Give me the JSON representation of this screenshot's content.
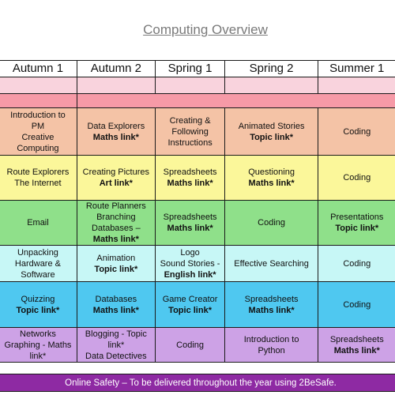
{
  "title": "Computing Overview",
  "columns": [
    "Autumn 1",
    "Autumn 2",
    "Spring 1",
    "Spring 2",
    "Summer 1"
  ],
  "colors": {
    "strip1": "#f9d3dd",
    "strip2": "#f69aa7",
    "peach": "#f4c3a6",
    "yellow": "#fbf79a",
    "green": "#8fe08a",
    "cyan": "#c7f7f6",
    "blue": "#4fc8f0",
    "purple": "#cda2e6",
    "footer": "#8e2aa3"
  },
  "rows": [
    {
      "cells": [
        {
          "lines": [
            {
              "t": "Introduction to"
            },
            {
              "t": "PM"
            },
            {
              "t": "Creative"
            },
            {
              "t": "Computing"
            }
          ]
        },
        {
          "lines": [
            {
              "t": "Data Explorers"
            },
            {
              "t": "Maths link*",
              "bold": true
            }
          ]
        },
        {
          "lines": [
            {
              "t": "Creating &"
            },
            {
              "t": "Following"
            },
            {
              "t": "Instructions"
            }
          ]
        },
        {
          "lines": [
            {
              "t": "Animated Stories"
            },
            {
              "t": "Topic link*",
              "bold": true
            }
          ]
        },
        {
          "lines": [
            {
              "t": "Coding"
            }
          ]
        }
      ]
    },
    {
      "cells": [
        {
          "lines": [
            {
              "t": "Route Explorers"
            },
            {
              "t": "The Internet"
            }
          ]
        },
        {
          "lines": [
            {
              "t": "Creating Pictures"
            },
            {
              "t": "Art link*",
              "bold": true
            }
          ]
        },
        {
          "lines": [
            {
              "t": "Spreadsheets"
            },
            {
              "t": "Maths link*",
              "bold": true
            }
          ]
        },
        {
          "lines": [
            {
              "t": "Questioning"
            },
            {
              "t": "Maths link*",
              "bold": true
            }
          ]
        },
        {
          "lines": [
            {
              "t": "Coding"
            }
          ]
        }
      ]
    },
    {
      "cells": [
        {
          "lines": [
            {
              "t": "Email"
            }
          ]
        },
        {
          "lines": [
            {
              "t": "Route Planners"
            },
            {
              "t": "Branching"
            },
            {
              "t": "Databases –"
            },
            {
              "t": "Maths link*",
              "bold": true
            }
          ]
        },
        {
          "lines": [
            {
              "t": "Spreadsheets"
            },
            {
              "t": "Maths link*",
              "bold": true
            }
          ]
        },
        {
          "lines": [
            {
              "t": "Coding"
            }
          ]
        },
        {
          "lines": [
            {
              "t": "Presentations"
            },
            {
              "t": "Topic link*",
              "bold": true
            }
          ]
        }
      ]
    },
    {
      "cells": [
        {
          "lines": [
            {
              "t": "Unpacking"
            },
            {
              "t": "Hardware &"
            },
            {
              "t": "Software"
            }
          ]
        },
        {
          "lines": [
            {
              "t": "Animation"
            },
            {
              "t": "Topic link*",
              "bold": true
            }
          ]
        },
        {
          "lines": [
            {
              "t": "Logo"
            },
            {
              "t": "Sound Stories -"
            },
            {
              "t": "English link*",
              "bold": true
            }
          ]
        },
        {
          "lines": [
            {
              "t": "Effective Searching"
            }
          ]
        },
        {
          "lines": [
            {
              "t": "Coding"
            }
          ]
        }
      ]
    },
    {
      "cells": [
        {
          "lines": [
            {
              "t": "Quizzing"
            },
            {
              "t": "Topic link*",
              "bold": true
            }
          ]
        },
        {
          "lines": [
            {
              "t": "Databases"
            },
            {
              "t": "Maths link*",
              "bold": true
            }
          ]
        },
        {
          "lines": [
            {
              "t": "Game Creator"
            },
            {
              "t": "Topic link*",
              "bold": true
            }
          ]
        },
        {
          "lines": [
            {
              "t": "Spreadsheets"
            },
            {
              "t": "Maths link*",
              "bold": true
            }
          ]
        },
        {
          "lines": [
            {
              "t": "Coding"
            }
          ]
        }
      ]
    },
    {
      "cells": [
        {
          "lines": [
            {
              "t": "Networks"
            },
            {
              "t": "Graphing - Maths"
            },
            {
              "t": "link*"
            }
          ]
        },
        {
          "lines": [
            {
              "t": "Blogging - Topic"
            },
            {
              "t": "link*"
            },
            {
              "t": "Data Detectives"
            }
          ]
        },
        {
          "lines": [
            {
              "t": "Coding"
            }
          ]
        },
        {
          "lines": [
            {
              "t": "Introduction to"
            },
            {
              "t": "Python"
            }
          ]
        },
        {
          "lines": [
            {
              "t": "Spreadsheets"
            },
            {
              "t": "Maths link*",
              "bold": true
            }
          ]
        }
      ]
    }
  ],
  "footer": "Online Safety – To be delivered throughout the year using 2BeSafe."
}
